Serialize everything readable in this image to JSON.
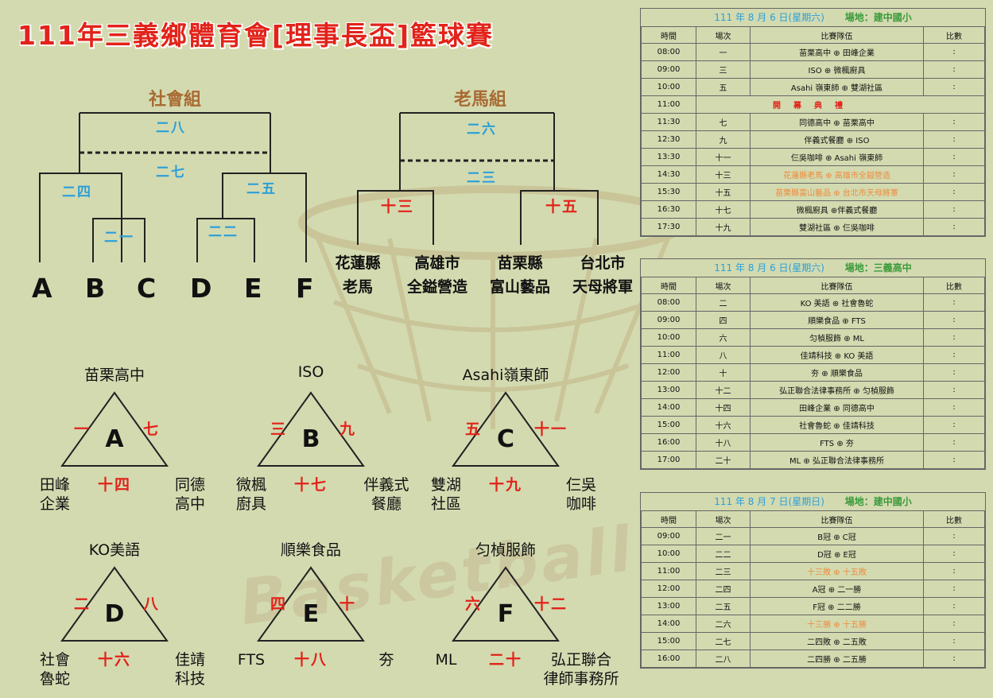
{
  "title": "111年三義鄉體育會[理事長盃]籃球賽",
  "colors": {
    "red": "#e2231a",
    "blue": "#2a9fd8",
    "brown": "#a86a32",
    "green": "#3a9a3a",
    "orange": "#ee8a3a",
    "bg": "#d3dab0"
  },
  "bracket_social": {
    "title": "社會組",
    "final": "二八",
    "third": "二七",
    "semi_left": "二四",
    "semi_right": "二五",
    "qf_left": "二一",
    "qf_right": "二二",
    "leaves": [
      "A",
      "B",
      "C",
      "D",
      "E",
      "F"
    ]
  },
  "bracket_veteran": {
    "title": "老馬組",
    "final": "二六",
    "third": "二三",
    "semi_left": "十三",
    "semi_right": "十五",
    "teams": [
      {
        "l1": "花蓮縣",
        "l2": "老馬"
      },
      {
        "l1": "高雄市",
        "l2": "全鎰營造"
      },
      {
        "l1": "苗栗縣",
        "l2": "富山藝品"
      },
      {
        "l1": "台北市",
        "l2": "天母將軍"
      }
    ]
  },
  "groups": [
    {
      "letter": "A",
      "top": "苗栗高中",
      "left_game": "一",
      "right_game": "七",
      "bottom_game": "十四",
      "bl1": "田峰",
      "bl2": "企業",
      "br1": "同德",
      "br2": "高中"
    },
    {
      "letter": "B",
      "top": "ISO",
      "left_game": "三",
      "right_game": "九",
      "bottom_game": "十七",
      "bl1": "微楓",
      "bl2": "廚具",
      "br1": "伴義式",
      "br2": "餐廳"
    },
    {
      "letter": "C",
      "top": "Asahi嶺東師",
      "left_game": "五",
      "right_game": "十一",
      "bottom_game": "十九",
      "bl1": "雙湖",
      "bl2": "社區",
      "br1": "仨吳",
      "br2": "咖啡"
    },
    {
      "letter": "D",
      "top": "KO美語",
      "left_game": "二",
      "right_game": "八",
      "bottom_game": "十六",
      "bl1": "社會",
      "bl2": "魯蛇",
      "br1": "佳靖",
      "br2": "科技"
    },
    {
      "letter": "E",
      "top": "順樂食品",
      "left_game": "四",
      "right_game": "十",
      "bottom_game": "十八",
      "bl1": "FTS",
      "bl2": "",
      "br1": "夯",
      "br2": ""
    },
    {
      "letter": "F",
      "top": "匀楨服飾",
      "left_game": "六",
      "right_game": "十二",
      "bottom_game": "二十",
      "bl1": "ML",
      "bl2": "",
      "br1": "弘正聯合",
      "br2": "律師事務所"
    }
  ],
  "watermark": "Basketball",
  "schedules": [
    {
      "date": "111 年 8 月 6 日(星期六)",
      "venue": "場地：建中國小",
      "headers": [
        "時間",
        "場次",
        "比賽隊伍",
        "比數"
      ],
      "rows": [
        {
          "time": "08:00",
          "game": "一",
          "match": "苗栗高中 ⊕ 田峰企業",
          "score": ":",
          "style": ""
        },
        {
          "time": "09:00",
          "game": "三",
          "match": "ISO ⊕ 微楓廚具",
          "score": ":",
          "style": ""
        },
        {
          "time": "10:00",
          "game": "五",
          "match": "Asahi 嶺東師 ⊕ 雙湖社區",
          "score": ":",
          "style": ""
        },
        {
          "time": "11:00",
          "game": "",
          "match": "開　幕　典　禮",
          "score": "",
          "style": "red",
          "span": true
        },
        {
          "time": "11:30",
          "game": "七",
          "match": "同德高中 ⊕ 苗栗高中",
          "score": ":",
          "style": ""
        },
        {
          "time": "12:30",
          "game": "九",
          "match": "伴義式餐廳 ⊕ ISO",
          "score": ":",
          "style": ""
        },
        {
          "time": "13:30",
          "game": "十一",
          "match": "仨吳咖啡 ⊕ Asahi 嶺東師",
          "score": ":",
          "style": ""
        },
        {
          "time": "14:30",
          "game": "十三",
          "match": "花蓮縣老馬 ⊕ 高雄市全鎰營造",
          "score": ":",
          "style": "orange"
        },
        {
          "time": "15:30",
          "game": "十五",
          "match": "苗栗縣富山藝品 ⊕ 台北市天母將軍",
          "score": ":",
          "style": "orange"
        },
        {
          "time": "16:30",
          "game": "十七",
          "match": "微楓廚具 ⊕伴義式餐廳",
          "score": ":",
          "style": ""
        },
        {
          "time": "17:30",
          "game": "十九",
          "match": "雙湖社區 ⊕ 仨吳咖啡",
          "score": ":",
          "style": ""
        }
      ]
    },
    {
      "date": "111 年 8 月 6 日(星期六)",
      "venue": "場地：三義高中",
      "headers": [
        "時間",
        "場次",
        "比賽隊伍",
        "比數"
      ],
      "rows": [
        {
          "time": "08:00",
          "game": "二",
          "match": "KO 美語 ⊕ 社會魯蛇",
          "score": ":",
          "style": ""
        },
        {
          "time": "09:00",
          "game": "四",
          "match": "順樂食品 ⊕ FTS",
          "score": ":",
          "style": ""
        },
        {
          "time": "10:00",
          "game": "六",
          "match": "匀楨服飾 ⊕ ML",
          "score": ":",
          "style": ""
        },
        {
          "time": "11:00",
          "game": "八",
          "match": "佳靖科技 ⊕ KO 美語",
          "score": ":",
          "style": ""
        },
        {
          "time": "12:00",
          "game": "十",
          "match": "夯 ⊕ 順樂食品",
          "score": ":",
          "style": ""
        },
        {
          "time": "13:00",
          "game": "十二",
          "match": "弘正聯合法律事務所 ⊕ 匀楨服飾",
          "score": ":",
          "style": ""
        },
        {
          "time": "14:00",
          "game": "十四",
          "match": "田峰企業 ⊕ 同德高中",
          "score": ":",
          "style": ""
        },
        {
          "time": "15:00",
          "game": "十六",
          "match": "社會魯蛇 ⊕ 佳靖科技",
          "score": ":",
          "style": ""
        },
        {
          "time": "16:00",
          "game": "十八",
          "match": "FTS ⊕ 夯",
          "score": ":",
          "style": ""
        },
        {
          "time": "17:00",
          "game": "二十",
          "match": "ML ⊕ 弘正聯合法律事務所",
          "score": ":",
          "style": ""
        }
      ]
    },
    {
      "date": "111 年 8 月 7 日(星期日)",
      "venue": "場地：建中國小",
      "headers": [
        "時間",
        "場次",
        "比賽隊伍",
        "比數"
      ],
      "rows": [
        {
          "time": "09:00",
          "game": "二一",
          "match": "B冠 ⊕ C冠",
          "score": ":",
          "style": ""
        },
        {
          "time": "10:00",
          "game": "二二",
          "match": "D冠 ⊕ E冠",
          "score": ":",
          "style": ""
        },
        {
          "time": "11:00",
          "game": "二三",
          "match": "十三敗 ⊕ 十五敗",
          "score": ":",
          "style": "orange"
        },
        {
          "time": "12:00",
          "game": "二四",
          "match": "A冠 ⊕ 二一勝",
          "score": ":",
          "style": ""
        },
        {
          "time": "13:00",
          "game": "二五",
          "match": "F冠 ⊕ 二二勝",
          "score": ":",
          "style": ""
        },
        {
          "time": "14:00",
          "game": "二六",
          "match": "十三勝 ⊕ 十五勝",
          "score": ":",
          "style": "orange"
        },
        {
          "time": "15:00",
          "game": "二七",
          "match": "二四敗 ⊕ 二五敗",
          "score": ":",
          "style": ""
        },
        {
          "time": "16:00",
          "game": "二八",
          "match": "二四勝 ⊕ 二五勝",
          "score": ":",
          "style": ""
        }
      ]
    }
  ]
}
